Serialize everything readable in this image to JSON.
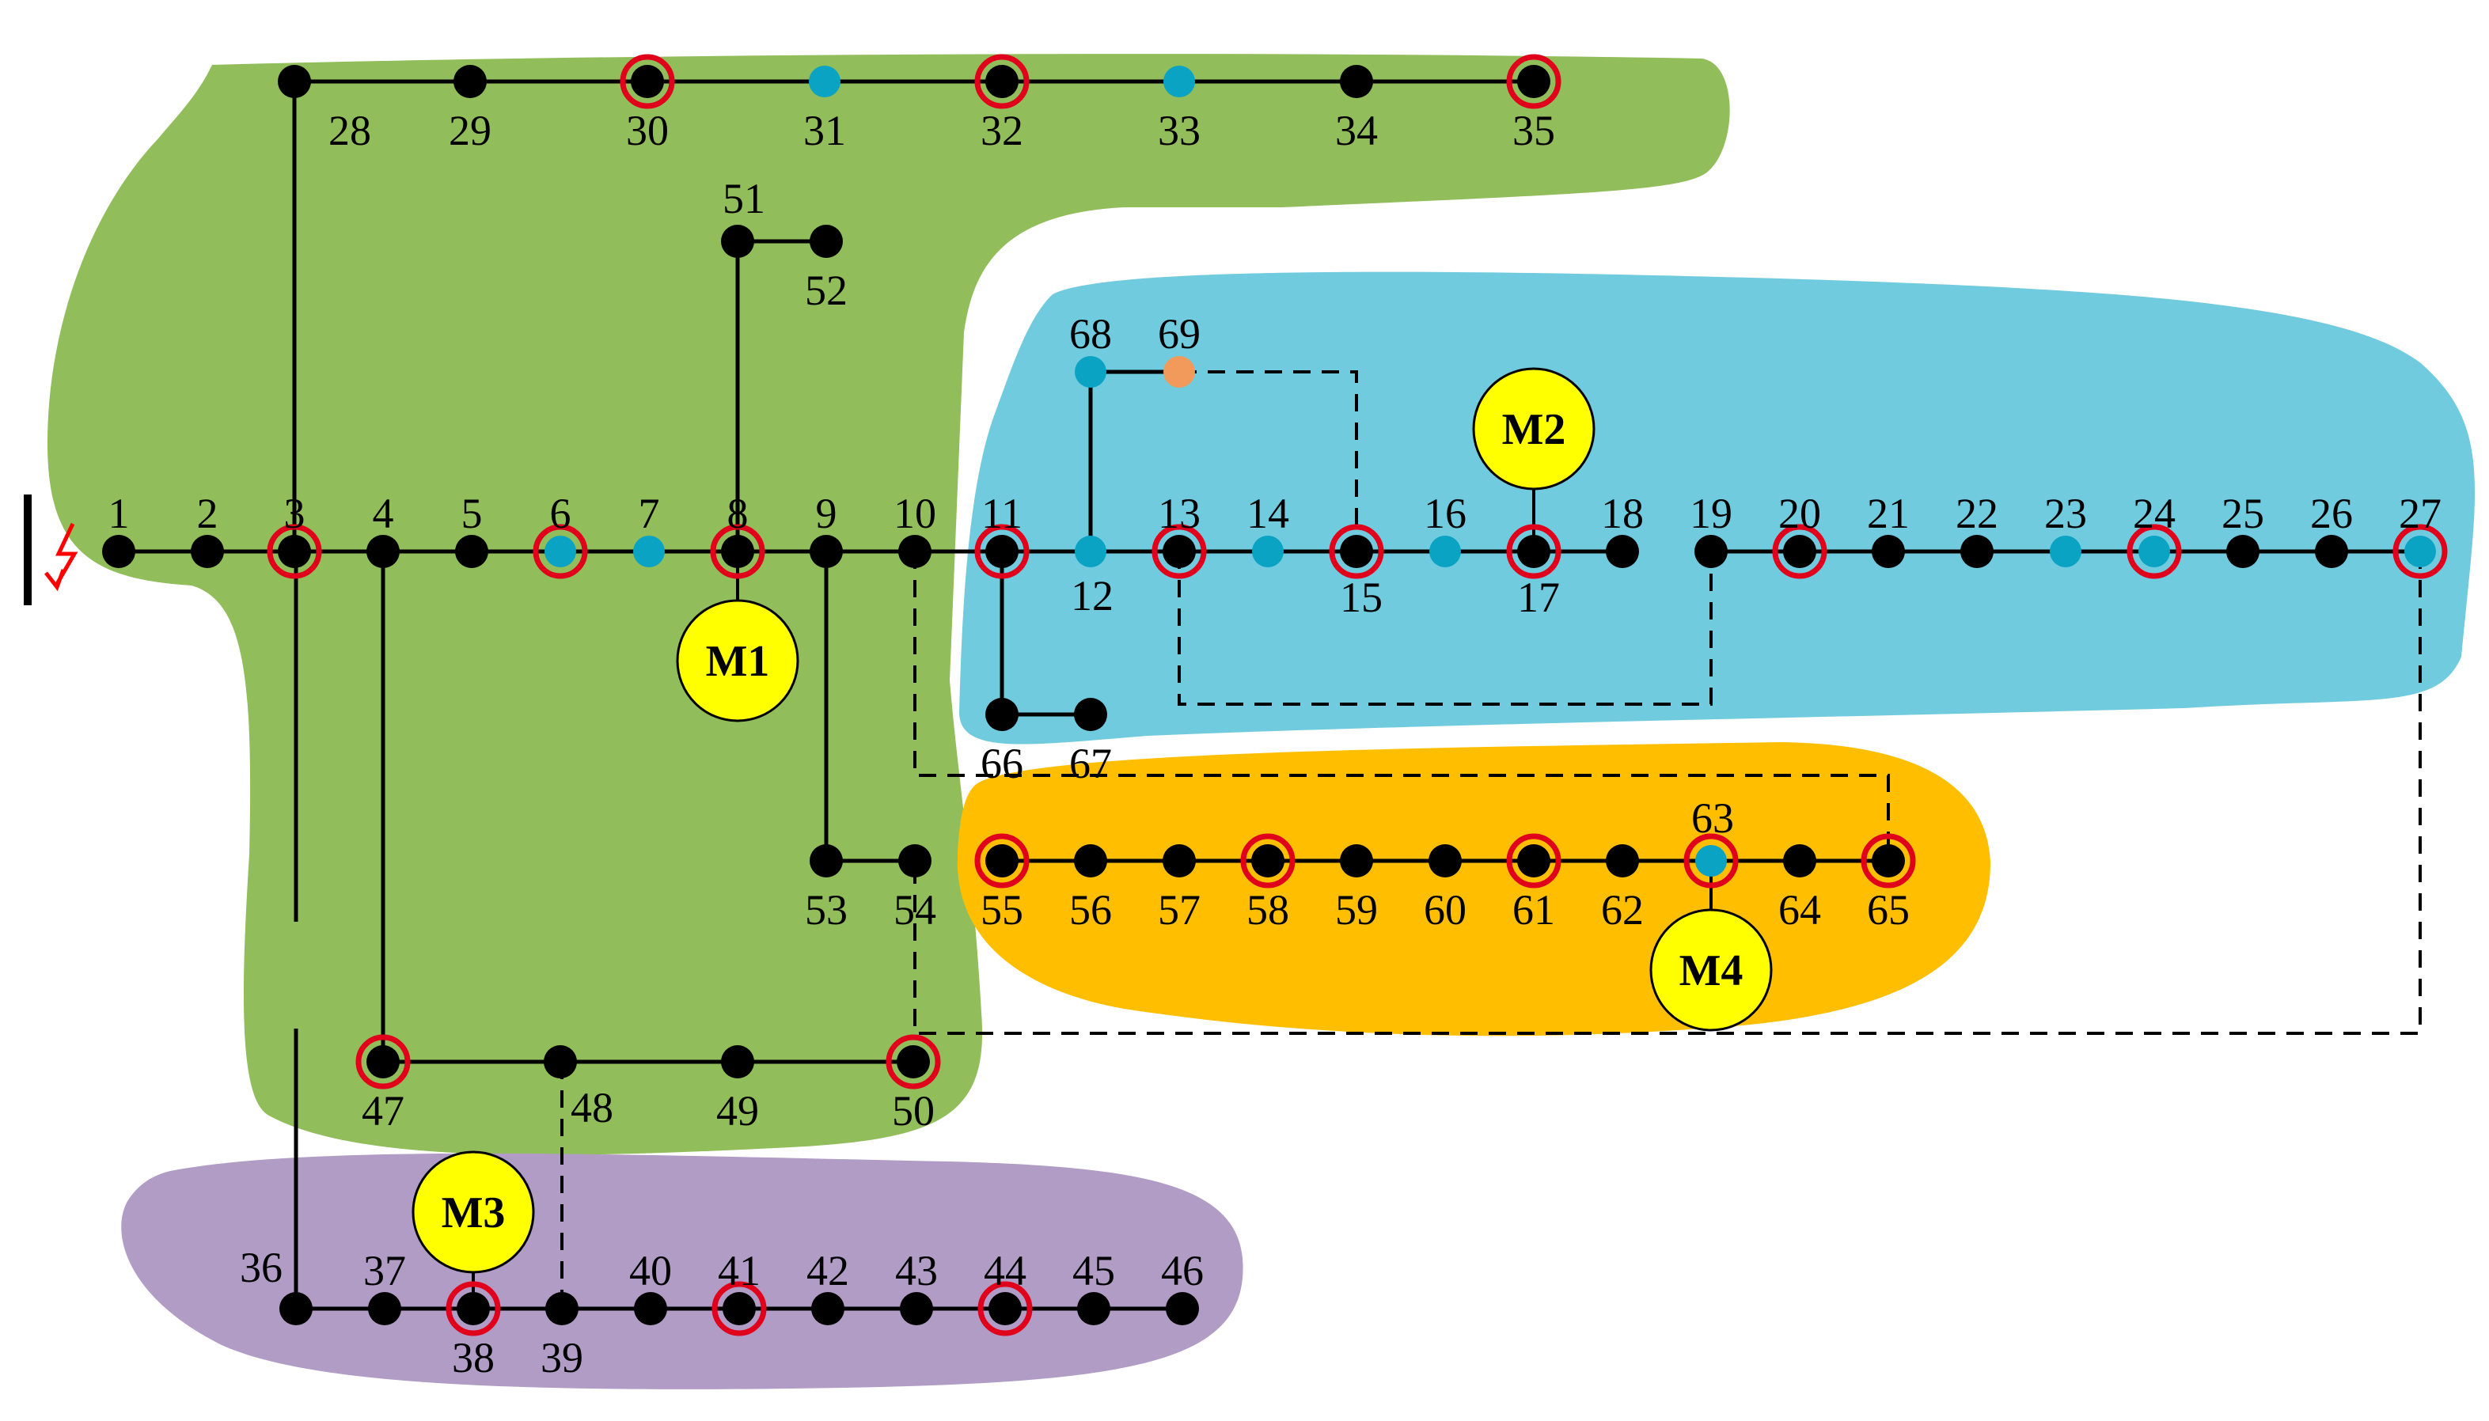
{
  "diagram": {
    "nodes": [
      {
        "id": "1",
        "type": "bus"
      },
      {
        "id": "2",
        "type": "bus"
      },
      {
        "id": "3",
        "type": "bus",
        "ring": true
      },
      {
        "id": "4",
        "type": "bus"
      },
      {
        "id": "5",
        "type": "bus"
      },
      {
        "id": "6",
        "type": "cyan",
        "ring": true
      },
      {
        "id": "7",
        "type": "cyan"
      },
      {
        "id": "8",
        "type": "bus",
        "ring": true
      },
      {
        "id": "9",
        "type": "bus"
      },
      {
        "id": "10",
        "type": "bus"
      },
      {
        "id": "11",
        "type": "bus",
        "ring": true
      },
      {
        "id": "12",
        "type": "cyan"
      },
      {
        "id": "13",
        "type": "bus",
        "ring": true
      },
      {
        "id": "14",
        "type": "cyan"
      },
      {
        "id": "15",
        "type": "bus",
        "ring": true
      },
      {
        "id": "16",
        "type": "cyan"
      },
      {
        "id": "17",
        "type": "bus",
        "ring": true
      },
      {
        "id": "18",
        "type": "bus"
      },
      {
        "id": "19",
        "type": "bus"
      },
      {
        "id": "20",
        "type": "bus",
        "ring": true
      },
      {
        "id": "21",
        "type": "bus"
      },
      {
        "id": "22",
        "type": "bus"
      },
      {
        "id": "23",
        "type": "cyan"
      },
      {
        "id": "24",
        "type": "cyan",
        "ring": true
      },
      {
        "id": "25",
        "type": "bus"
      },
      {
        "id": "26",
        "type": "bus"
      },
      {
        "id": "27",
        "type": "cyan",
        "ring": true
      },
      {
        "id": "28",
        "type": "bus"
      },
      {
        "id": "29",
        "type": "bus"
      },
      {
        "id": "30",
        "type": "bus",
        "ring": true
      },
      {
        "id": "31",
        "type": "cyan"
      },
      {
        "id": "32",
        "type": "bus",
        "ring": true
      },
      {
        "id": "33",
        "type": "cyan"
      },
      {
        "id": "34",
        "type": "bus"
      },
      {
        "id": "35",
        "type": "bus",
        "ring": true
      },
      {
        "id": "36",
        "type": "bus"
      },
      {
        "id": "37",
        "type": "bus"
      },
      {
        "id": "38",
        "type": "bus",
        "ring": true
      },
      {
        "id": "39",
        "type": "bus"
      },
      {
        "id": "40",
        "type": "bus"
      },
      {
        "id": "41",
        "type": "bus",
        "ring": true
      },
      {
        "id": "42",
        "type": "bus"
      },
      {
        "id": "43",
        "type": "bus"
      },
      {
        "id": "44",
        "type": "bus",
        "ring": true
      },
      {
        "id": "45",
        "type": "bus"
      },
      {
        "id": "46",
        "type": "bus"
      },
      {
        "id": "47",
        "type": "bus",
        "ring": true
      },
      {
        "id": "48",
        "type": "bus"
      },
      {
        "id": "49",
        "type": "bus"
      },
      {
        "id": "50",
        "type": "bus",
        "ring": true
      },
      {
        "id": "51",
        "type": "bus"
      },
      {
        "id": "52",
        "type": "bus"
      },
      {
        "id": "53",
        "type": "bus"
      },
      {
        "id": "54",
        "type": "bus"
      },
      {
        "id": "55",
        "type": "bus",
        "ring": true
      },
      {
        "id": "56",
        "type": "bus"
      },
      {
        "id": "57",
        "type": "bus"
      },
      {
        "id": "58",
        "type": "bus",
        "ring": true
      },
      {
        "id": "59",
        "type": "bus"
      },
      {
        "id": "60",
        "type": "bus"
      },
      {
        "id": "61",
        "type": "bus",
        "ring": true
      },
      {
        "id": "62",
        "type": "bus"
      },
      {
        "id": "63",
        "type": "cyan",
        "ring": true
      },
      {
        "id": "64",
        "type": "bus"
      },
      {
        "id": "65",
        "type": "bus",
        "ring": true
      },
      {
        "id": "66",
        "type": "bus"
      },
      {
        "id": "67",
        "type": "bus"
      },
      {
        "id": "68",
        "type": "cyan"
      },
      {
        "id": "69",
        "type": "orange"
      }
    ],
    "microgrids": [
      {
        "id": "M1",
        "label": "M1",
        "attached_to": "8"
      },
      {
        "id": "M2",
        "label": "M2",
        "attached_to": "17"
      },
      {
        "id": "M3",
        "label": "M3",
        "attached_to": "38"
      },
      {
        "id": "M4",
        "label": "M4",
        "attached_to": "63"
      }
    ],
    "regions": [
      {
        "id": "green",
        "color": "#92bd5b"
      },
      {
        "id": "blue",
        "color": "#71cbde"
      },
      {
        "id": "orange",
        "color": "#ffbf00"
      },
      {
        "id": "purple",
        "color": "#b19cc6"
      }
    ],
    "colors": {
      "bus": "#000000",
      "cyan": "#0aa3c3",
      "orange_node": "#f29a5c",
      "ring": "#e0001b",
      "mg_fill": "#ffff00",
      "line": "#000000",
      "fault": "#ff0000"
    }
  }
}
